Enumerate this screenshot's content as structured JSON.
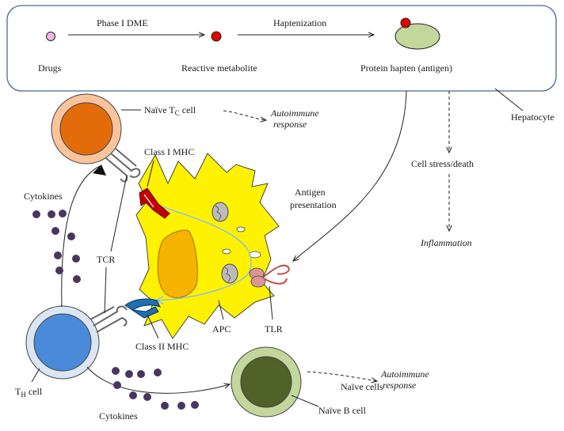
{
  "pathway": {
    "phase1": "Phase I DME",
    "haptenization": "Haptenization",
    "drugs": "Drugs",
    "reactive_metabolite": "Reactive metabolite",
    "protein_hapten": "Protein hapten (antigen)"
  },
  "hepatocyte": "Hepatocyte",
  "cell_stress": "Cell stress/death",
  "inflammation": "Inflammation",
  "tc_cell": {
    "prefix": "Naïve T",
    "sub": "C",
    "suffix": " cell"
  },
  "th_cell": {
    "prefix": "T",
    "sub": "H",
    "suffix": " cell"
  },
  "autoimmune_top": [
    "Autoimmune",
    "response"
  ],
  "autoimmune_bottom": [
    "Autoimmune",
    "response"
  ],
  "class1_mhc": "Class I MHC",
  "class2_mhc": "Class II MHC",
  "antigen_presentation": [
    "Antigen",
    "presentation"
  ],
  "cytokines_top": "Cytokines",
  "cytokines_bottom": "Cytokines",
  "tcr": "TCR",
  "apc": "APC",
  "tlr": "TLR",
  "naive_cells": "Naïve cells",
  "naive_b_cell": "Naïve B cell",
  "colors": {
    "apc_fill": "#fff200",
    "nucleus_orange": "#f6b300",
    "tc_outer": "#f9c49c",
    "tc_inner": "#e36c0a",
    "th_outer": "#dce6f2",
    "th_inner": "#4a8ad8",
    "b_outer": "#c3d69b",
    "b_inner": "#4f6228",
    "hapten_protein": "#c3d69b",
    "metabolite_red": "#e00000",
    "drug_pink": "#f4b6e6",
    "cytokine": "#4a3560"
  }
}
